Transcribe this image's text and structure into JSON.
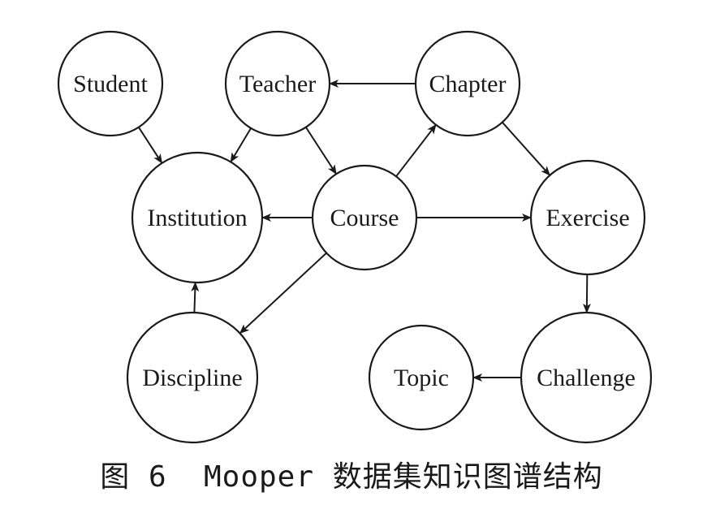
{
  "diagram": {
    "nodes": [
      {
        "id": "student",
        "label": "Student"
      },
      {
        "id": "teacher",
        "label": "Teacher"
      },
      {
        "id": "chapter",
        "label": "Chapter"
      },
      {
        "id": "institution",
        "label": "Institution"
      },
      {
        "id": "course",
        "label": "Course"
      },
      {
        "id": "exercise",
        "label": "Exercise"
      },
      {
        "id": "discipline",
        "label": "Discipline"
      },
      {
        "id": "topic",
        "label": "Topic"
      },
      {
        "id": "challenge",
        "label": "Challenge"
      }
    ],
    "edges": [
      {
        "from": "student",
        "to": "institution"
      },
      {
        "from": "teacher",
        "to": "institution"
      },
      {
        "from": "teacher",
        "to": "course"
      },
      {
        "from": "chapter",
        "to": "teacher"
      },
      {
        "from": "course",
        "to": "chapter"
      },
      {
        "from": "chapter",
        "to": "exercise"
      },
      {
        "from": "course",
        "to": "institution"
      },
      {
        "from": "course",
        "to": "exercise"
      },
      {
        "from": "course",
        "to": "discipline"
      },
      {
        "from": "discipline",
        "to": "institution"
      },
      {
        "from": "exercise",
        "to": "challenge"
      },
      {
        "from": "challenge",
        "to": "topic"
      }
    ]
  },
  "caption": "图 6  Mooper 数据集知识图谱结构"
}
